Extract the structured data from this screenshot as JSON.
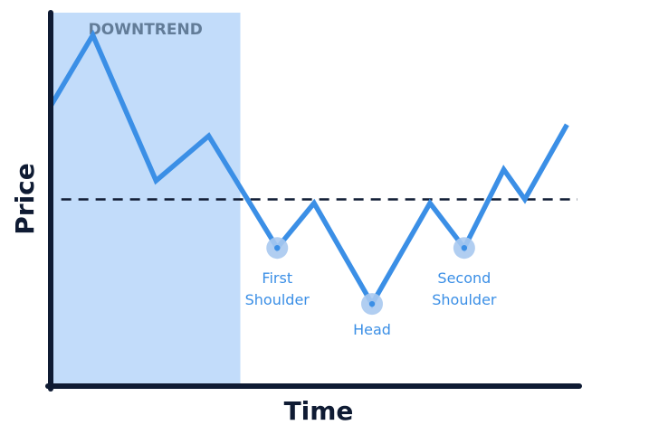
{
  "chart_data": {
    "type": "line",
    "title": "",
    "xlabel": "Time",
    "ylabel": "Price",
    "xlim": [
      0,
      100
    ],
    "ylim": [
      0,
      100
    ],
    "grid": false,
    "series": [
      {
        "values": [
          {
            "x": 0,
            "y": 75
          },
          {
            "x": 8,
            "y": 94
          },
          {
            "x": 20,
            "y": 55
          },
          {
            "x": 30,
            "y": 67
          },
          {
            "x": 43,
            "y": 37
          },
          {
            "x": 50,
            "y": 49
          },
          {
            "x": 61,
            "y": 22
          },
          {
            "x": 72,
            "y": 49
          },
          {
            "x": 78.5,
            "y": 37
          },
          {
            "x": 86,
            "y": 58
          },
          {
            "x": 90,
            "y": 50
          },
          {
            "x": 98,
            "y": 70
          }
        ]
      }
    ],
    "neckline": {
      "y": 50,
      "x_range": [
        2,
        100
      ],
      "style": "dashed"
    },
    "shaded_region": {
      "label": "DOWNTREND",
      "x_range": [
        0,
        36
      ]
    },
    "annotations": [
      {
        "label_lines": [
          "First",
          "Shoulder"
        ],
        "x": 43,
        "y": 37
      },
      {
        "label_lines": [
          "Head"
        ],
        "x": 61,
        "y": 22
      },
      {
        "label_lines": [
          "Second",
          "Shoulder"
        ],
        "x": 78.5,
        "y": 37
      }
    ],
    "colors": {
      "line": "#3b8fe6",
      "marker": "#a9c9f0",
      "region": "#c2dcfa",
      "region_text": "#627c98",
      "label": "#3b8fe6",
      "axis": "#0f1b33",
      "neckline": "#0f1b33"
    }
  }
}
